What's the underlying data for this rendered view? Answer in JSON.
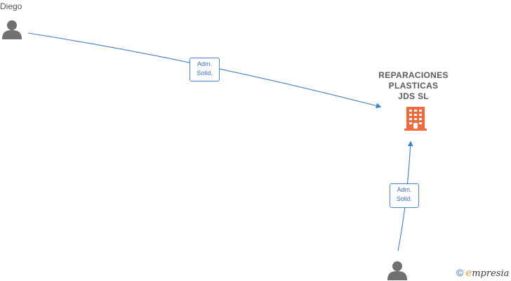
{
  "nodes": {
    "person_top": {
      "name": "Diego"
    },
    "person_bottom": {
      "name": ""
    },
    "company": {
      "name_lines": [
        "REPARACIONES",
        "PLASTICAS",
        "JDS  SL"
      ]
    }
  },
  "edges": [
    {
      "label_lines": [
        "Adm.",
        "Solid."
      ]
    },
    {
      "label_lines": [
        "Adm.",
        "Solid."
      ]
    }
  ],
  "watermark": {
    "symbol": "©",
    "brand_first": "e",
    "brand_rest": "mpresia"
  },
  "colors": {
    "edge": "#3a7bd5",
    "company_icon": "#f26a3b",
    "person_icon": "#707070"
  }
}
